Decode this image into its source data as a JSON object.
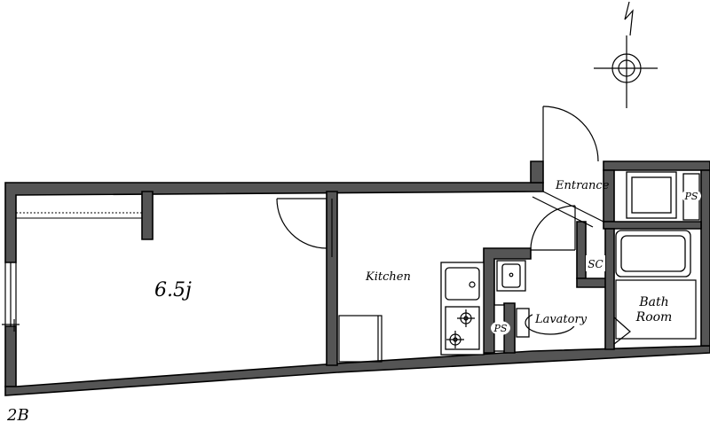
{
  "floor_plan": {
    "unit_label": "2B",
    "rooms": {
      "main_room": "6.5j",
      "kitchen": "Kitchen",
      "entrance": "Entrance",
      "lavatory": "Lavatory",
      "bath_line1": "Bath",
      "bath_line2": "Room"
    },
    "fixtures": {
      "ps_upper": "PS",
      "ps_lower": "PS",
      "shoe_closet": "SC"
    }
  },
  "colors": {
    "wall_fill": "#555555",
    "line": "#000000",
    "background": "#ffffff"
  }
}
